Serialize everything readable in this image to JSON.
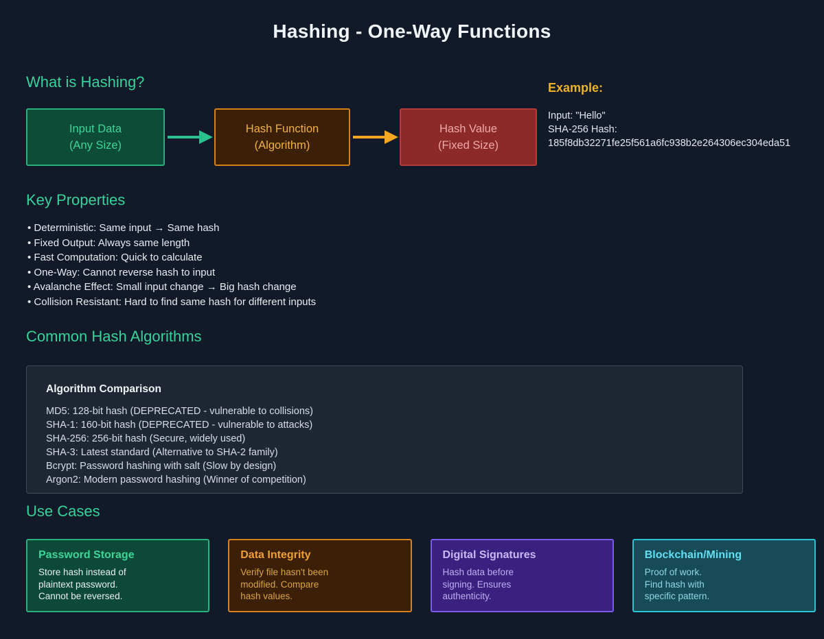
{
  "title": "Hashing - One-Way Functions",
  "colors": {
    "background": "#121a29",
    "heading_green": "#36d39a",
    "flow_green_fill": "#0d4d37",
    "flow_green_border": "#2ab37e",
    "flow_orange_fill": "#3c1f07",
    "flow_orange_border": "#d6821a",
    "flow_red_fill": "#8c2929",
    "flow_red_border": "#b33c3c",
    "arrow_green": "#2abf8e",
    "arrow_orange": "#f5a623",
    "example_gold": "#eab225",
    "card_purple_border": "#7a5ce8",
    "card_cyan_border": "#2bc4d6"
  },
  "what_is_hashing": {
    "heading": "What is Hashing?",
    "flow": {
      "boxes": [
        {
          "line1": "Input Data",
          "line2": "(Any Size)"
        },
        {
          "line1": "Hash Function",
          "line2": "(Algorithm)"
        },
        {
          "line1": "Hash Value",
          "line2": "(Fixed Size)"
        }
      ]
    }
  },
  "example": {
    "heading": "Example:",
    "lines": [
      "Input: \"Hello\"",
      "SHA-256 Hash:",
      "185f8db32271fe25f561a6fc938b2e264306ec304eda51"
    ]
  },
  "key_properties": {
    "heading": "Key Properties",
    "items": [
      "• Deterministic: Same input → Same hash",
      "• Fixed Output: Always same length",
      "• Fast Computation: Quick to calculate",
      "• One-Way: Cannot reverse hash to input",
      "• Avalanche Effect: Small input change → Big hash change",
      "• Collision Resistant: Hard to find same hash for different inputs"
    ]
  },
  "algorithms": {
    "heading": "Common Hash Algorithms",
    "box_title": "Algorithm Comparison",
    "items": [
      "MD5: 128-bit hash (DEPRECATED - vulnerable to collisions)",
      "SHA-1: 160-bit hash (DEPRECATED - vulnerable to attacks)",
      "SHA-256: 256-bit hash (Secure, widely used)",
      "SHA-3: Latest standard (Alternative to SHA-2 family)",
      "Bcrypt: Password hashing with salt (Slow by design)",
      "Argon2: Modern password hashing (Winner of competition)"
    ]
  },
  "use_cases": {
    "heading": "Use Cases",
    "cards": [
      {
        "title": "Password Storage",
        "lines": [
          "Store hash instead of",
          "plaintext password.",
          "Cannot be reversed."
        ]
      },
      {
        "title": "Data Integrity",
        "lines": [
          "Verify file hasn't been",
          "modified. Compare",
          "hash values."
        ]
      },
      {
        "title": "Digital Signatures",
        "lines": [
          "Hash data before",
          "signing. Ensures",
          "authenticity."
        ]
      },
      {
        "title": "Blockchain/Mining",
        "lines": [
          "Proof of work.",
          "Find hash with",
          "specific pattern."
        ]
      }
    ]
  }
}
